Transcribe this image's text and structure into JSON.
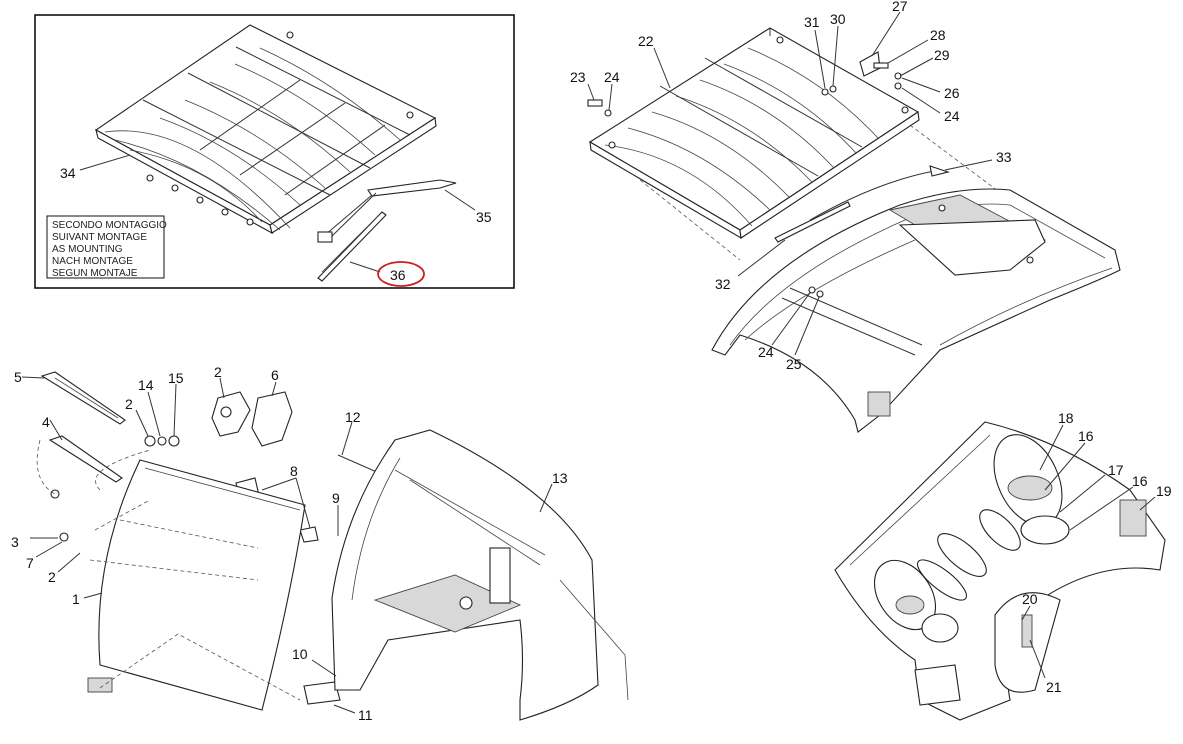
{
  "inset": {
    "note_lines": [
      "SECONDO MONTAGGIO",
      "SUIVANT MONTAGE",
      "AS MOUNTING",
      "NACH MONTAGE",
      "SEGUN MONTAJE"
    ],
    "callouts": [
      "34",
      "35",
      "36"
    ],
    "highlight_color": "#cc1f1f"
  },
  "callouts": {
    "upper_right": [
      "23",
      "24",
      "22",
      "31",
      "30",
      "27",
      "28",
      "29",
      "26",
      "24",
      "33",
      "32",
      "24",
      "25"
    ],
    "lower_left": [
      "5",
      "14",
      "15",
      "2",
      "6",
      "2",
      "4",
      "12",
      "8",
      "13",
      "9",
      "3",
      "7",
      "2",
      "1",
      "10",
      "11"
    ],
    "lower_right": [
      "18",
      "16",
      "17",
      "16",
      "19",
      "20",
      "21"
    ]
  }
}
